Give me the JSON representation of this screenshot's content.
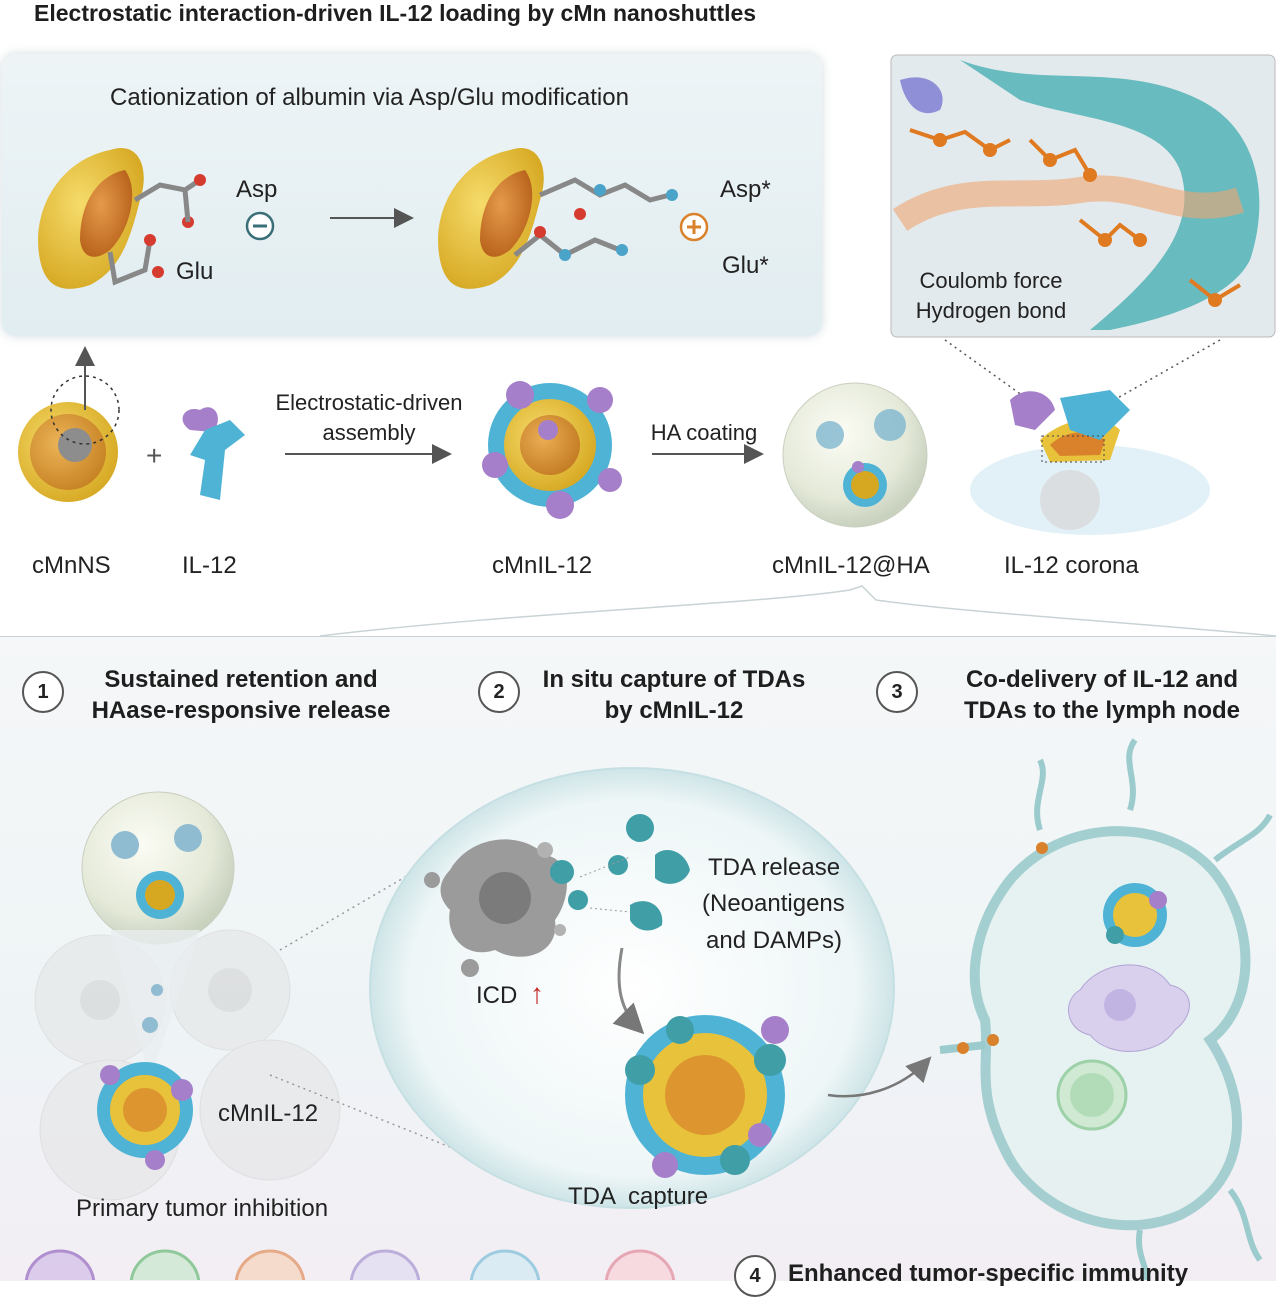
{
  "title": "Electrostatic interaction-driven IL-12 loading by cMn nanoshuttles",
  "cationization": {
    "heading": "Cationization of albumin via Asp/Glu modification",
    "asp": "Asp",
    "glu": "Glu",
    "asp_star": "Asp*",
    "glu_star": "Glu*",
    "minus_symbol": "−",
    "plus_symbol": "+"
  },
  "zoom": {
    "line1": "Coulomb force",
    "line2": "Hydrogen bond"
  },
  "assembly": {
    "plus": "+",
    "step1_label": "Electrostatic-driven\nassembly",
    "step2_label": "HA coating",
    "items": [
      "cMnNS",
      "IL-12",
      "cMnIL-12",
      "cMnIL-12@HA",
      "IL-12 corona"
    ]
  },
  "steps": [
    {
      "num": "1",
      "title": "Sustained retention and\nHAase-responsive release"
    },
    {
      "num": "2",
      "title": "In situ capture of TDAs\nby cMnIL-12"
    },
    {
      "num": "3",
      "title": "Co-delivery of IL-12 and\nTDAs to the lymph node"
    },
    {
      "num": "4",
      "title": "Enhanced tumor-specific immunity"
    }
  ],
  "bottom": {
    "tda_release": "TDA release",
    "neoantigens": "(Neoantigens",
    "damps": "and DAMPs)",
    "icd": "ICD",
    "icd_arrow": "↑",
    "tda_capture": "TDA  capture",
    "cmnil12_label": "cMnIL-12",
    "primary_tumor": "Primary tumor inhibition"
  },
  "colors": {
    "yellow": "#e8c23a",
    "orange": "#d9822b",
    "blue": "#4fb3d6",
    "purple": "#a57fc9",
    "teal": "#3f9ea6",
    "gray": "#9b9b9b",
    "red": "#c62828"
  }
}
